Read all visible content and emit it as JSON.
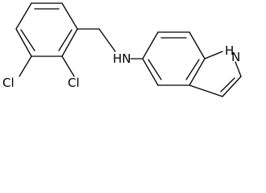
{
  "molecule": {
    "labels": {
      "nh_amine": "HN",
      "nh_indole": "H",
      "nh_indole_n": "N",
      "cl_left": "Cl",
      "cl_right": "Cl"
    }
  },
  "colors": {
    "bond": "#000000",
    "label": "#000000",
    "background": "#ffffff"
  }
}
